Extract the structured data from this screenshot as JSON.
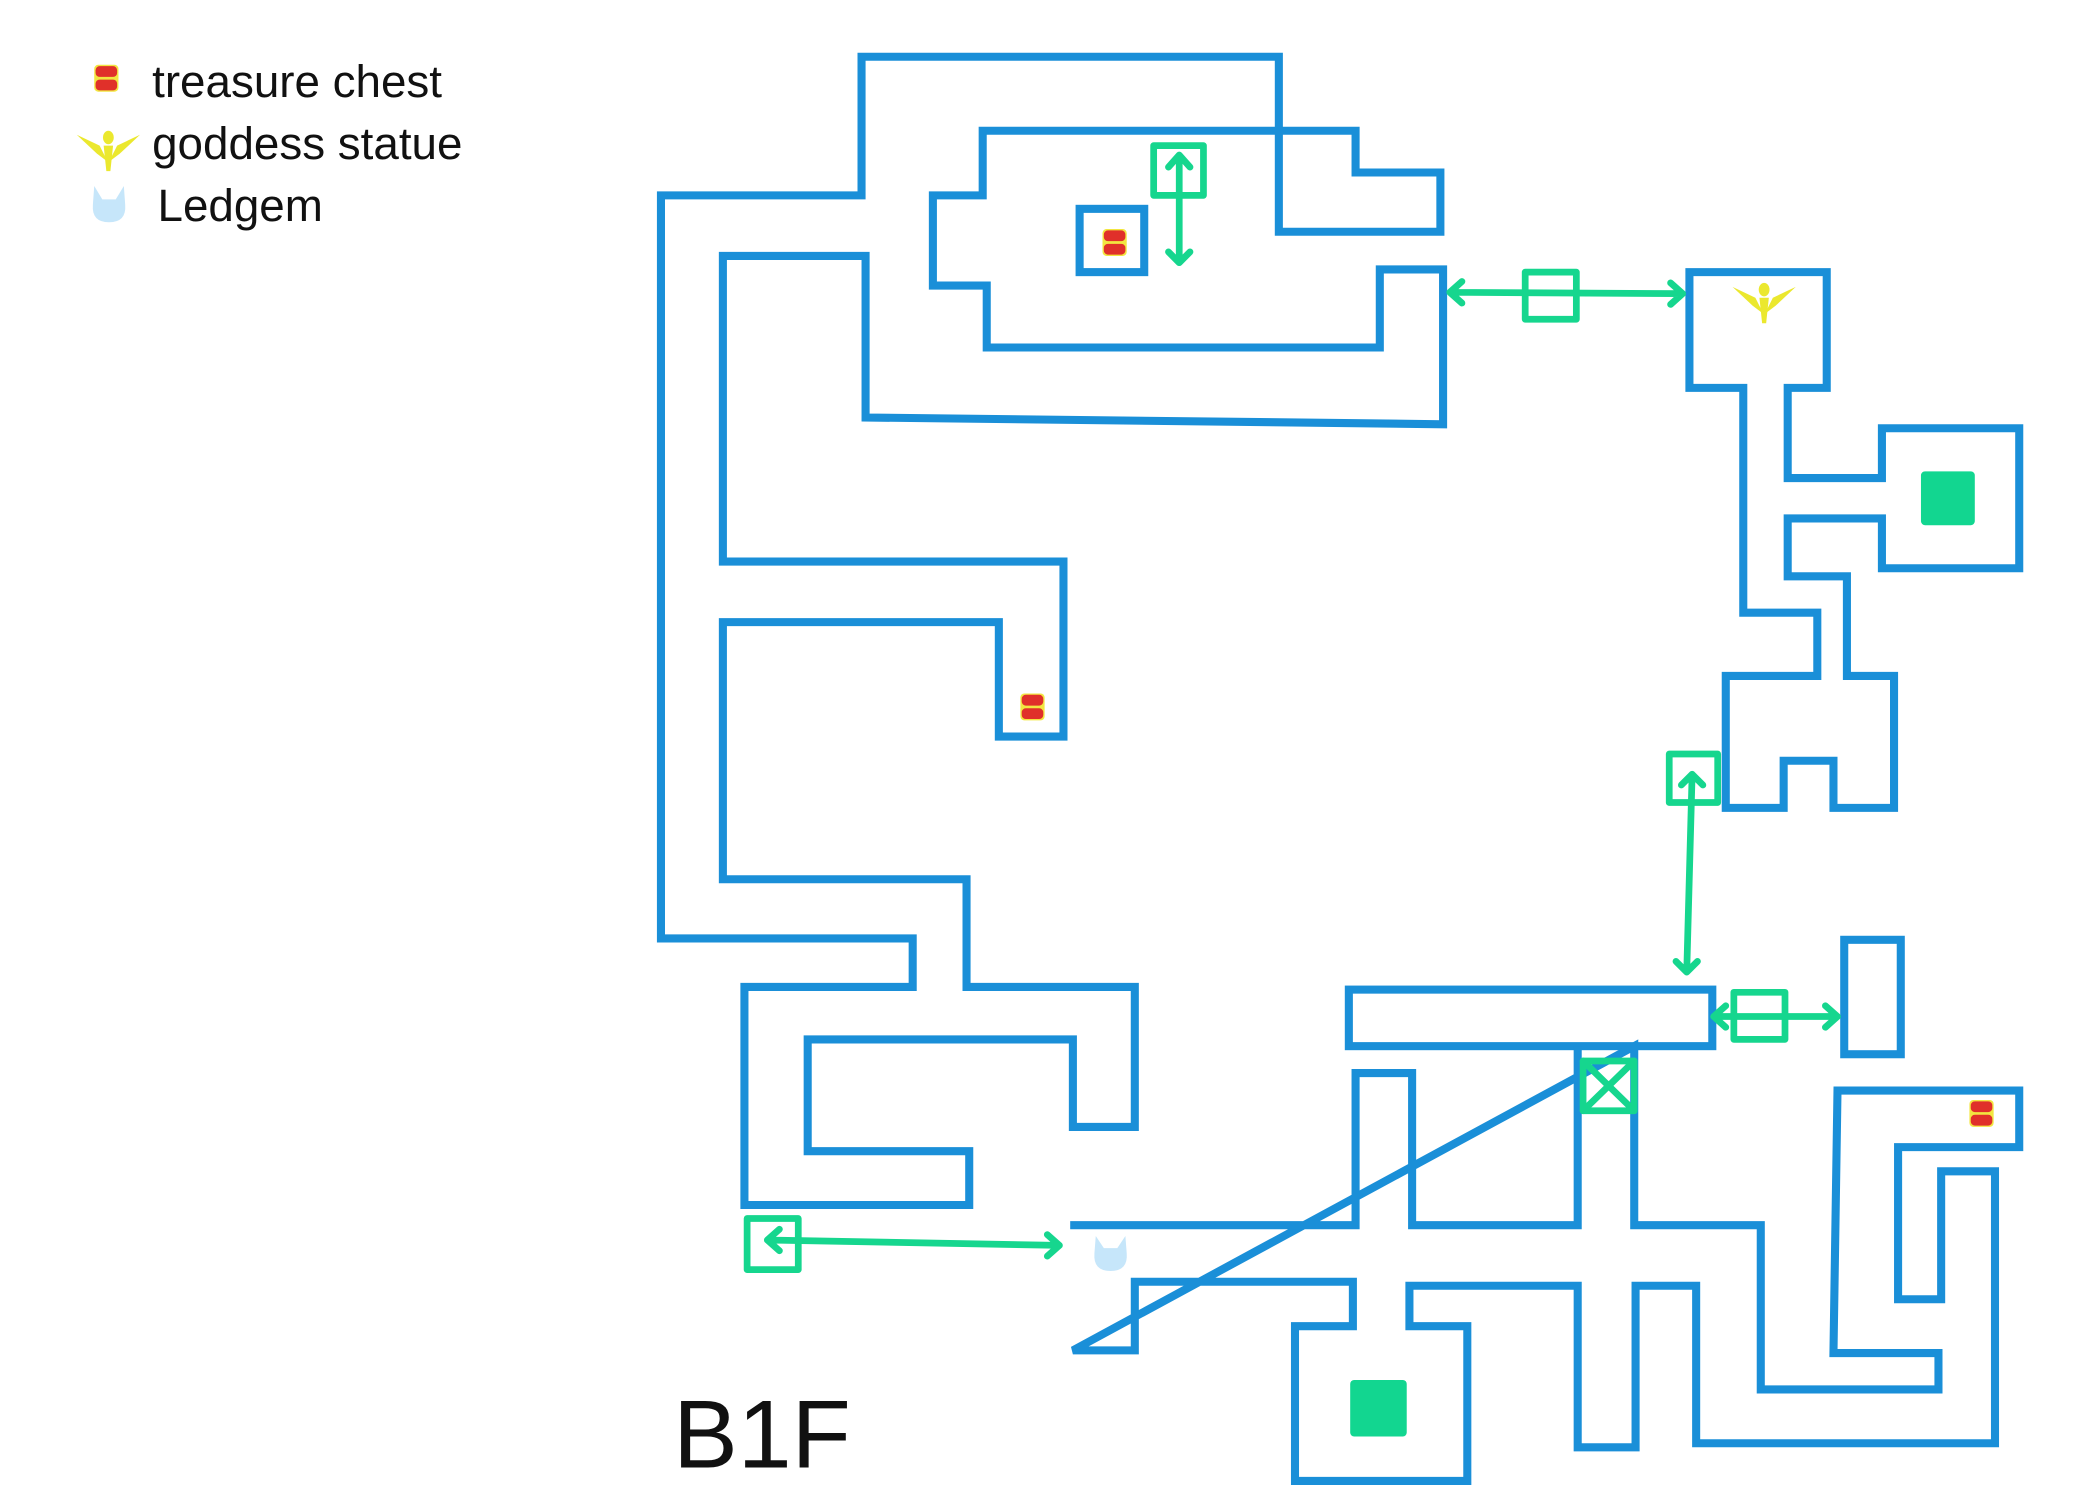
{
  "legend": {
    "items": [
      {
        "icon": "treasure-chest-icon",
        "label": "treasure chest"
      },
      {
        "icon": "goddess-statue-icon",
        "label": "goddess statue"
      },
      {
        "icon": "ledgem-icon",
        "label": "Ledgem"
      }
    ]
  },
  "map": {
    "floor_label": "B1F",
    "colors": {
      "wall": "#1a8fd8",
      "link": "#16d68e",
      "chest": "#e0302a",
      "chest_trim": "#f2e640",
      "statue": "#ebe82e",
      "ledgem": "#c6e6fa"
    }
  }
}
